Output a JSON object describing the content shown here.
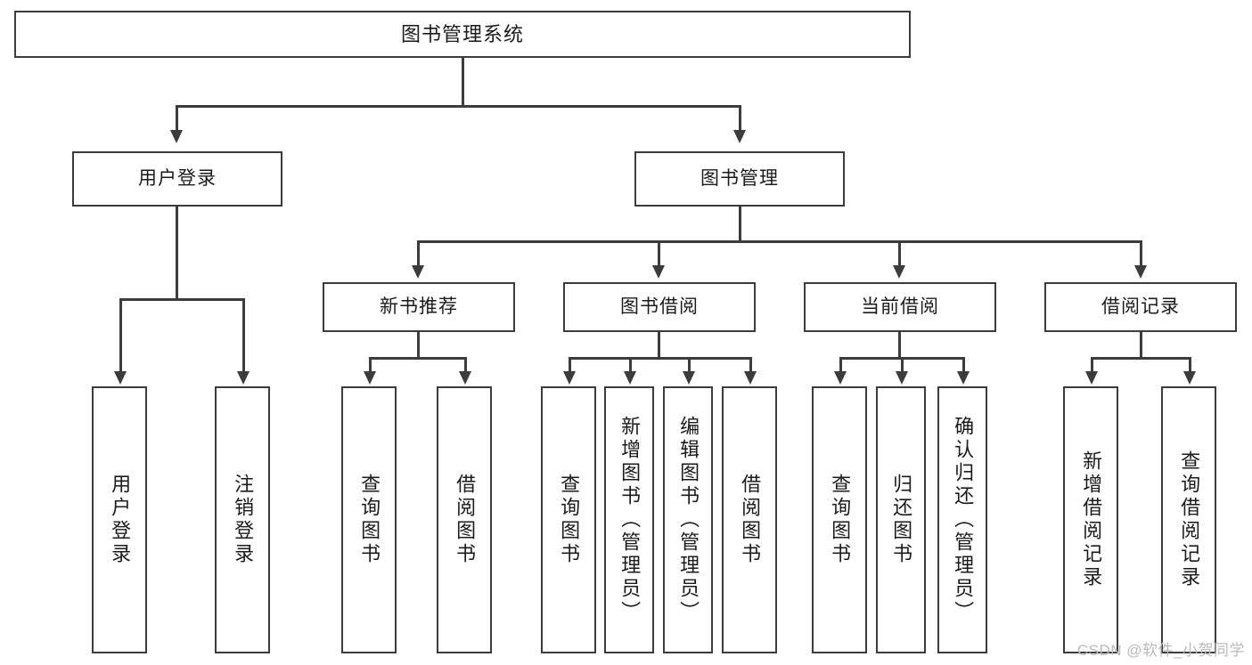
{
  "diagram": {
    "title": "图书管理系统",
    "type": "tree",
    "orientation": "top-down",
    "colors": {
      "background": "#ffffff",
      "stroke": "#3c3c3c",
      "text": "#1b1b1b",
      "watermark": "#b9b9b9"
    },
    "root": {
      "label": "图书管理系统"
    },
    "level2": [
      {
        "label": "用户登录"
      },
      {
        "label": "图书管理"
      }
    ],
    "level3": [
      {
        "label": "新书推荐"
      },
      {
        "label": "图书借阅"
      },
      {
        "label": "当前借阅"
      },
      {
        "label": "借阅记录"
      }
    ],
    "leaves": {
      "user_login": [
        {
          "label": "用户登录"
        },
        {
          "label": "注销登录"
        }
      ],
      "new_book_recommend": [
        {
          "label": "查询图书"
        },
        {
          "label": "借阅图书"
        }
      ],
      "book_borrow": [
        {
          "label": "查询图书"
        },
        {
          "label": "新增图书（管理员）"
        },
        {
          "label": "编辑图书（管理员）"
        },
        {
          "label": "借阅图书"
        }
      ],
      "current_borrow": [
        {
          "label": "查询图书"
        },
        {
          "label": "归还图书"
        },
        {
          "label": "确认归还（管理员）"
        }
      ],
      "borrow_record": [
        {
          "label": "新增借阅记录"
        },
        {
          "label": "查询借阅记录"
        }
      ]
    }
  },
  "watermark": {
    "text": "CSDN @软件_小贺同学"
  }
}
